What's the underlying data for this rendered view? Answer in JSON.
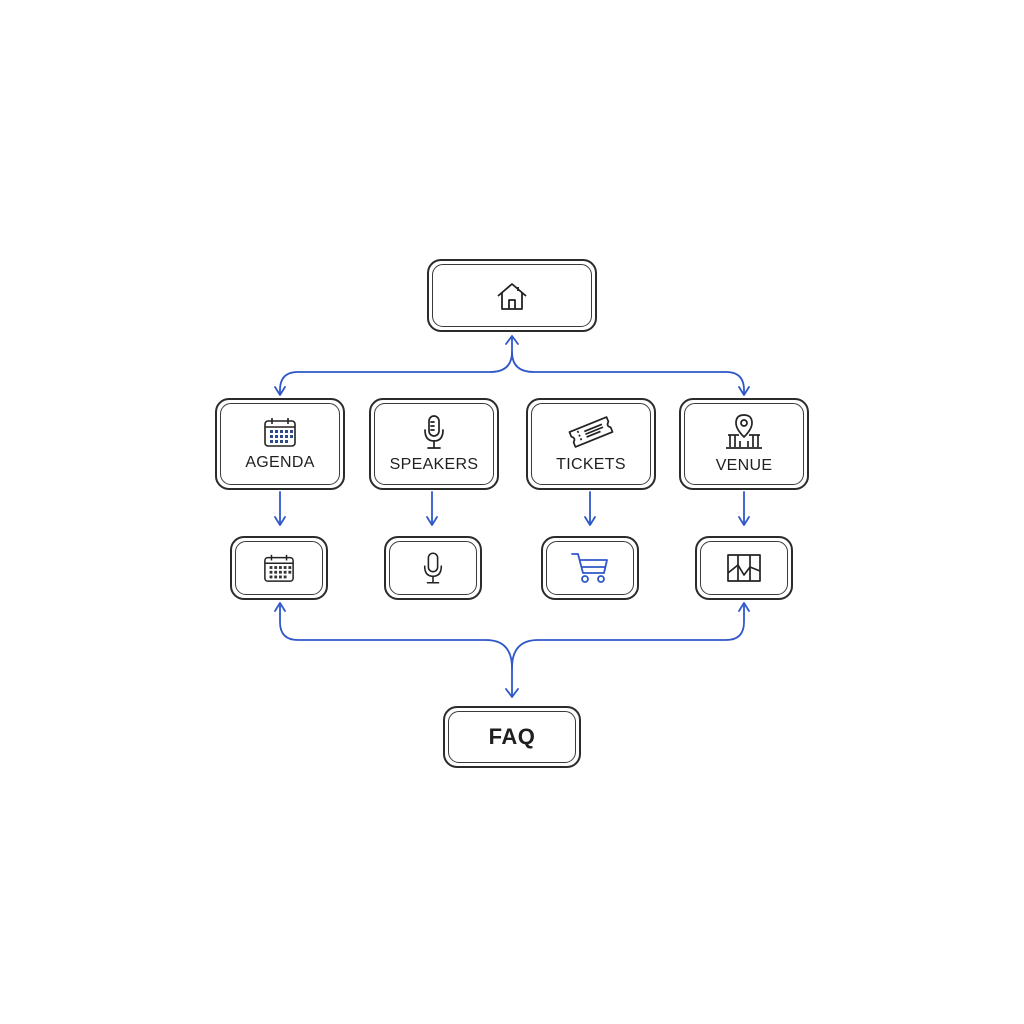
{
  "colors": {
    "connector": "#2f57c9",
    "stroke": "#2b2b2b",
    "background": "#ffffff"
  },
  "nodes": {
    "home": {
      "icon": "home-icon"
    },
    "agenda": {
      "label": "AGENDA",
      "icon": "calendar-icon"
    },
    "speakers": {
      "label": "SPEAKERS",
      "icon": "microphone-icon"
    },
    "tickets": {
      "label": "TICKETS",
      "icon": "ticket-icon"
    },
    "venue": {
      "label": "VENUE",
      "icon": "venue-location-icon"
    },
    "agenda_sub": {
      "icon": "calendar-icon"
    },
    "speakers_sub": {
      "icon": "microphone-icon"
    },
    "tickets_sub": {
      "icon": "shopping-cart-icon"
    },
    "venue_sub": {
      "icon": "map-icon"
    },
    "faq": {
      "label": "FAQ"
    }
  }
}
